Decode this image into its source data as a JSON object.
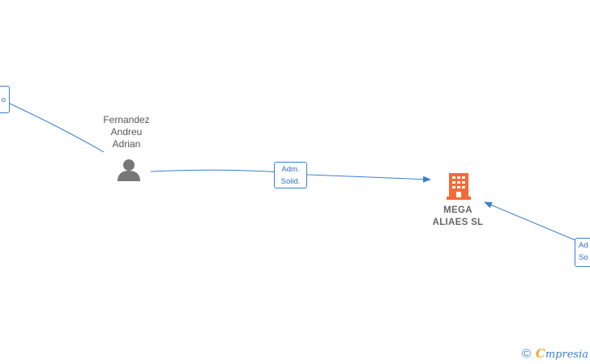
{
  "nodes": {
    "person": {
      "name": "Fernandez\nAndreu\nAdrian",
      "icon": "person-icon",
      "color": "#777777"
    },
    "company": {
      "name": "MEGA\nALIAES SL",
      "icon": "building-icon",
      "color": "#f26b36"
    }
  },
  "edges": {
    "person_to_company": {
      "line1": "Adm.",
      "line2": "Solid."
    },
    "left_partial": {
      "line1": "o"
    },
    "right_partial": {
      "line1": "Ad",
      "line2": "So"
    }
  },
  "footer": {
    "copyright": "©",
    "brand_first": "C",
    "brand_rest": "mpresia"
  },
  "colors": {
    "edge": "#3a7fd0",
    "label_text": "#555555"
  }
}
